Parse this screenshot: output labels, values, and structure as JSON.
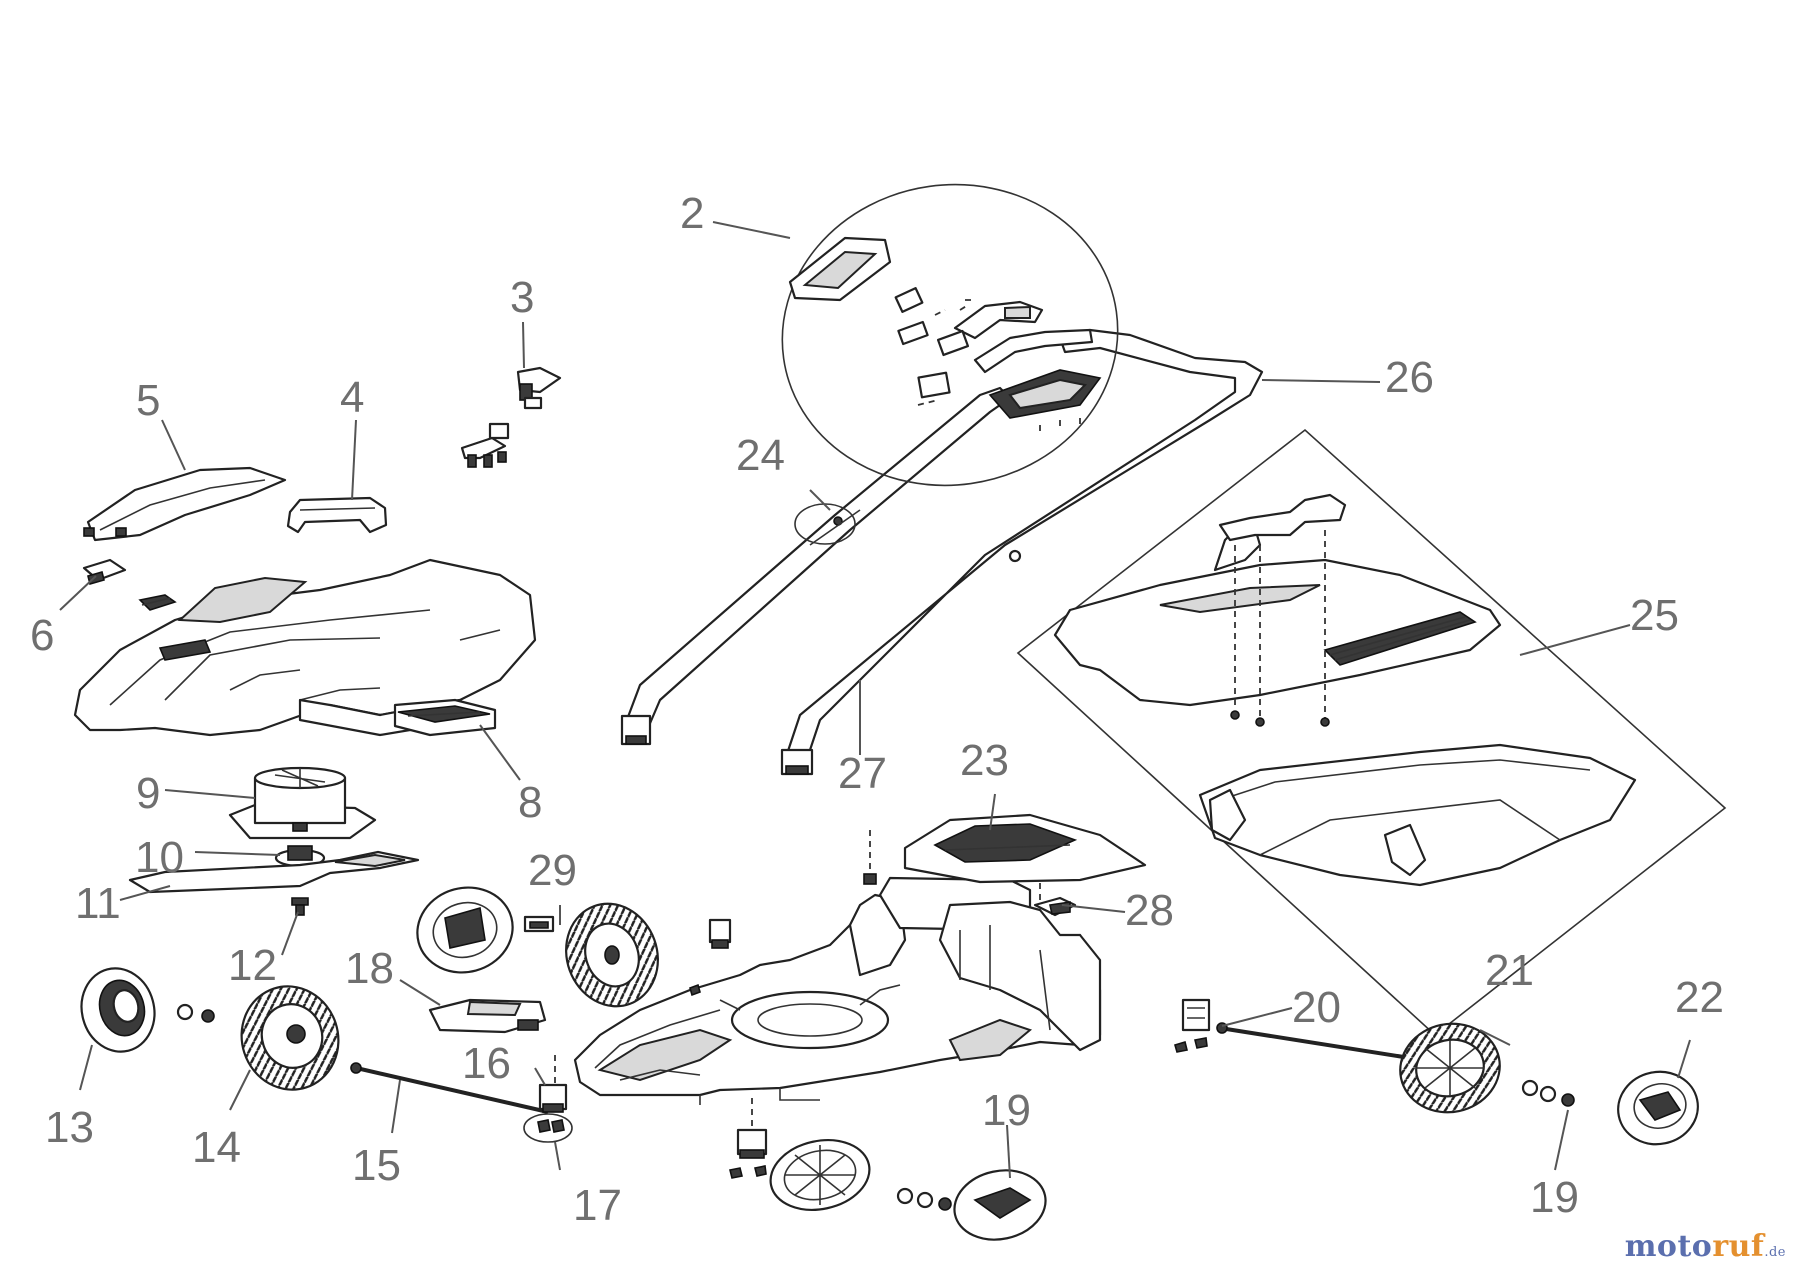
{
  "labels": [
    {
      "id": "2",
      "text": "2"
    },
    {
      "id": "3",
      "text": "3"
    },
    {
      "id": "4",
      "text": "4"
    },
    {
      "id": "5",
      "text": "5"
    },
    {
      "id": "6",
      "text": "6"
    },
    {
      "id": "8",
      "text": "8"
    },
    {
      "id": "9",
      "text": "9"
    },
    {
      "id": "10",
      "text": "10"
    },
    {
      "id": "11",
      "text": "11"
    },
    {
      "id": "12",
      "text": "12"
    },
    {
      "id": "13",
      "text": "13"
    },
    {
      "id": "14",
      "text": "14"
    },
    {
      "id": "15",
      "text": "15"
    },
    {
      "id": "16",
      "text": "16"
    },
    {
      "id": "17",
      "text": "17"
    },
    {
      "id": "18",
      "text": "18"
    },
    {
      "id": "19a",
      "text": "19"
    },
    {
      "id": "19b",
      "text": "19"
    },
    {
      "id": "20",
      "text": "20"
    },
    {
      "id": "21",
      "text": "21"
    },
    {
      "id": "22",
      "text": "22"
    },
    {
      "id": "23",
      "text": "23"
    },
    {
      "id": "24",
      "text": "24"
    },
    {
      "id": "25",
      "text": "25"
    },
    {
      "id": "26",
      "text": "26"
    },
    {
      "id": "27",
      "text": "27"
    },
    {
      "id": "28",
      "text": "28"
    },
    {
      "id": "29",
      "text": "29"
    }
  ],
  "watermark": {
    "part1": "moto",
    "part2": "ruf",
    "tld": ".de"
  }
}
